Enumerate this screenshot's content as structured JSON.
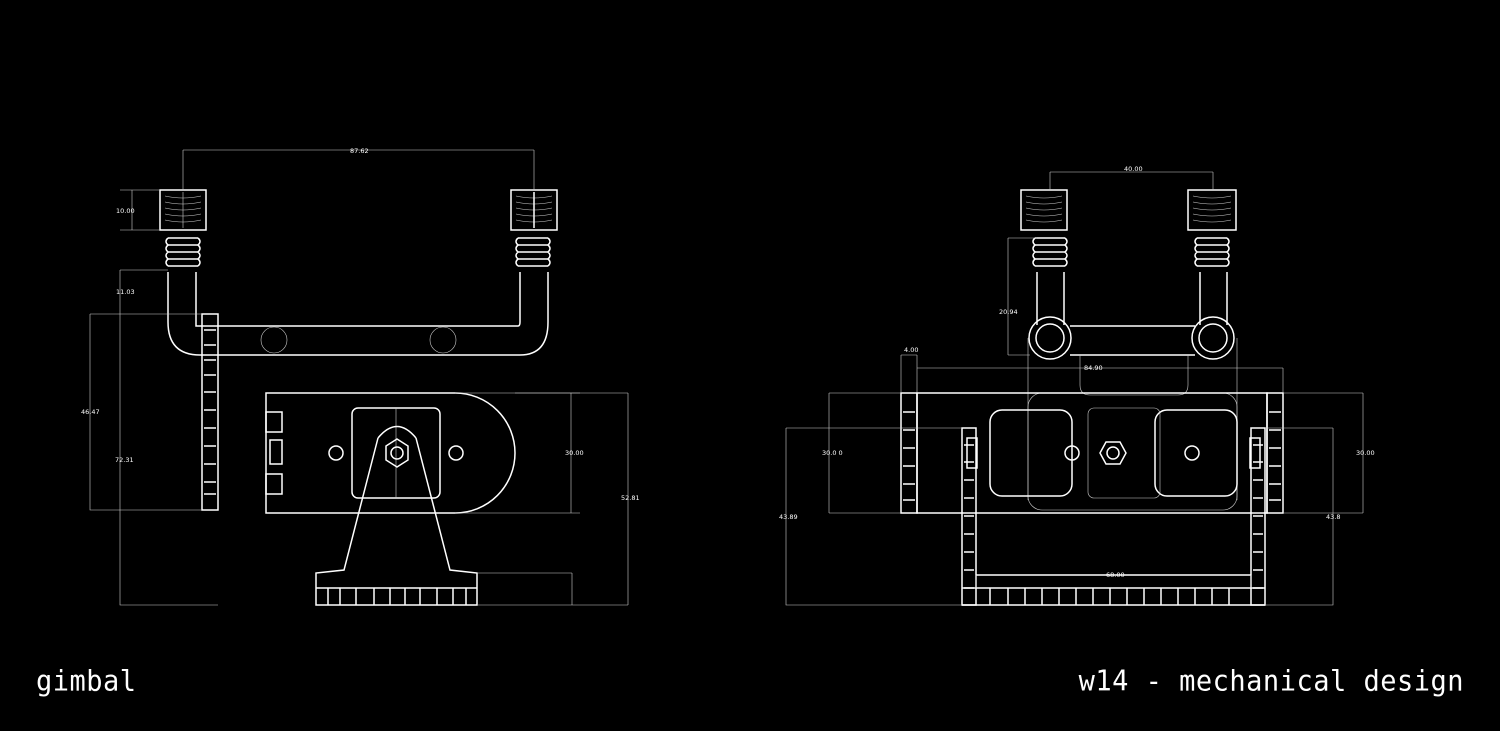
{
  "captions": {
    "left": "gimbal",
    "right": "w14 - mechanical design"
  },
  "left_view": {
    "dimensions": [
      "87.62",
      "10.00",
      "11.03",
      "46.47",
      "72.31",
      "30.00",
      "52.81"
    ]
  },
  "right_view": {
    "dimensions": [
      "40.00",
      "20.94",
      "4.00",
      "84.90",
      "30.0 0",
      "30.00",
      "43.89",
      "43.8",
      "68.00"
    ]
  },
  "colors": {
    "background": "#000000",
    "lines": "#ffffff",
    "dimension_lines": "#cfcfcf"
  }
}
